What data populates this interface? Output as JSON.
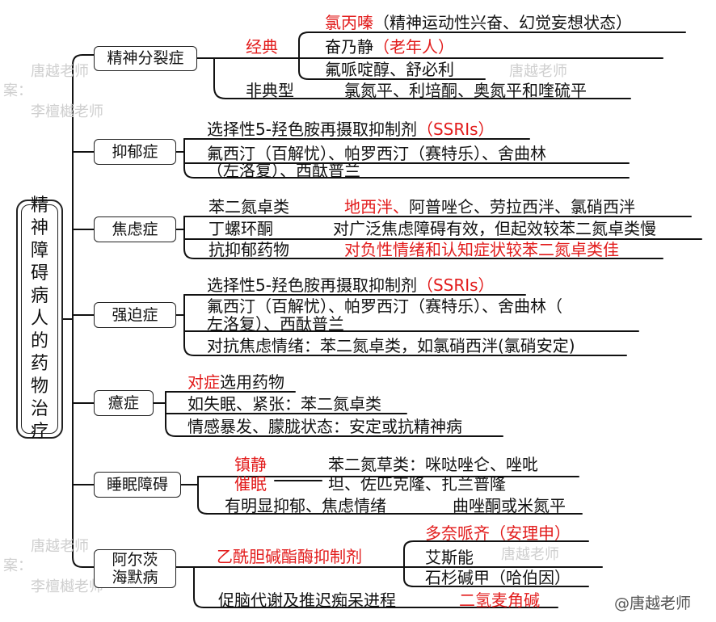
{
  "root": "精神障碍病人的药物治疗",
  "branches": {
    "schizophrenia": {
      "name": "精神分裂症",
      "typical_label": "经典",
      "typical": [
        {
          "drug": "氯丙嗪",
          "note": "（精神运动性兴奋、幻觉妄想状态）"
        },
        {
          "drug": "奋乃静",
          "note": "（老年人）"
        },
        {
          "drug": "氟哌啶醇、舒必利"
        }
      ],
      "atypical_label": "非典型",
      "atypical": "氯氮平、利培酮、奥氮平和喹硫平"
    },
    "depression": {
      "name": "抑郁症",
      "class": "选择性5-羟色胺再摄取抑制剂",
      "abbr": "（SSRIs）",
      "drugs_1": "氟西汀（百解忧）、帕罗西汀（赛特乐）、舍曲林",
      "drugs_2": "（左洛复）、西酞普兰"
    },
    "anxiety": {
      "name": "焦虑症",
      "rows": [
        {
          "label": "苯二氮卓类",
          "value": "地西泮、",
          "value_rest": "阿普唑仑、劳拉西泮、氯硝西泮"
        },
        {
          "label": "丁螺环酮",
          "value": "对广泛焦虑障碍有效，但起效较苯二氮卓类慢"
        },
        {
          "label": "抗抑郁药物",
          "value": "对负性情绪和认知症状较苯二氮卓类佳"
        }
      ]
    },
    "ocd": {
      "name": "强迫症",
      "class": "选择性5-羟色胺再摄取抑制剂",
      "abbr": "（SSRIs）",
      "drugs_1": "氟西汀（百解忧）、帕罗西汀（赛特乐）、舍曲林（",
      "drugs_2": "左洛复）、西酞普兰",
      "anti_anxiety": "对抗焦虑情绪：苯二氮卓类，如氯硝西泮(氯硝安定)"
    },
    "hysteria": {
      "name": "癔症",
      "head_red": "对症",
      "head_rest": "选用药物",
      "rows": [
        "如失眠、紧张：苯二氮卓类",
        "情感暴发、朦胧状态：安定或抗精神病"
      ]
    },
    "sleep": {
      "name": "睡眠障碍",
      "label_1": "镇静",
      "label_2": "催眠",
      "drugs_1": "苯二氮草类：咪哒唑仑、唑吡",
      "drugs_2": "坦、佐匹克隆、扎兰普隆",
      "depression_label": "有明显抑郁、焦虑情绪",
      "depression_drugs": "曲唑酮或米氮平"
    },
    "alzheimer": {
      "name": "阿尔茨海默病",
      "inhibitor": "乙酰胆碱酯酶抑制剂",
      "inhibitor_drugs": [
        "多奈哌齐（安理申）",
        "艾斯能",
        "石杉碱甲（哈伯因）"
      ],
      "metabolism": "促脑代谢及推迟痴呆进程",
      "metabolism_drug": "二氢麦角碱"
    }
  },
  "watermarks": {
    "author": "唐越老师",
    "weibo": "@唐越老师",
    "case_prefix": "案：",
    "diagonal": "李檀樾老师"
  },
  "colors": {
    "emphasis": "#e21b1b",
    "line": "#111111"
  }
}
